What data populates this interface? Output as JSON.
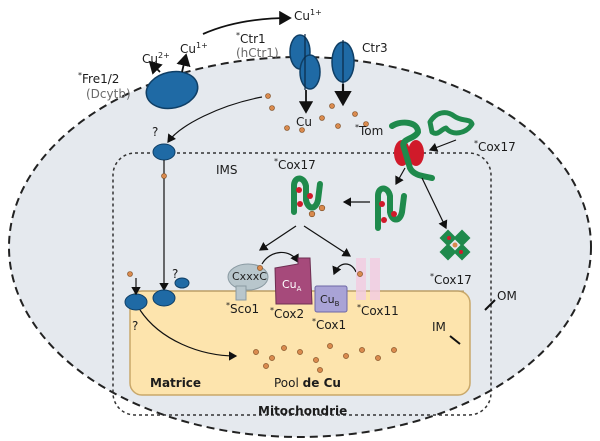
{
  "labels": {
    "cu2_ext": "Cu",
    "cu2_ext_sup": "2+",
    "cu1_ext": "Cu",
    "cu1_ext_sup": "1+",
    "cu1_top": "Cu",
    "cu1_top_sup": "1+",
    "fre12": "Fre1/2",
    "dcytb": "(Dcytb)",
    "ctr1": "Ctr1",
    "hctr1": "(hCtr1)",
    "ctr3": "Ctr3",
    "cu_cyto": "Cu",
    "tom": "Tom",
    "cox17_cyto": "Cox17",
    "ims": "IMS",
    "cox17_ims": "Cox17",
    "cox17_oligo": "Cox17",
    "cxxxc": "CxxxC",
    "cua": "Cu",
    "cua_sub": "A",
    "cub": "Cu",
    "cub_sub": "B",
    "sco1": "Sco1",
    "cox2": "Cox2",
    "cox1": "Cox1",
    "cox11": "Cox11",
    "im": "IM",
    "om": "OM",
    "matrice": "Matrice",
    "pool_italic": "Pool",
    "pool_rest": "de Cu",
    "mito": "Mitochondrie",
    "q1": "?",
    "q2": "?",
    "q3": "?",
    "star": "*"
  },
  "colors": {
    "cell_fill": "#e5e9ee",
    "transporter_blue": "#1f6aa5",
    "transporter_dark": "#0f3f66",
    "cox17_green": "#1f8a4c",
    "tom_red": "#d01a2a",
    "matrix_fill": "#fde4ad",
    "matrix_stroke": "#c9a86a",
    "copper_dot": "#d98a4e",
    "cox2_fill": "#a64a7b",
    "cox1_fill": "#a9a3d6",
    "cox11_fill": "#f2cce0",
    "sco1_fill": "#b8c6cc"
  },
  "icons": [
    "fre-transporter-icon",
    "ctr1-channel-icon",
    "ctr3-channel-icon",
    "tom-complex-icon",
    "cox17-protein-icon",
    "cox17-oligomer-icon",
    "copper-ion-icon"
  ]
}
